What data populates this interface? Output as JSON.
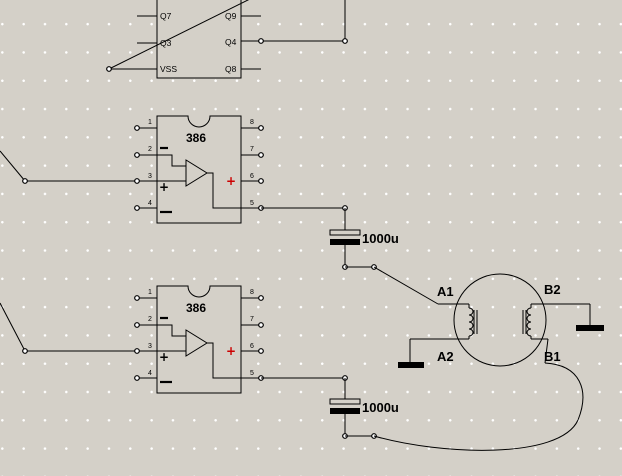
{
  "colors": {
    "background": "#d4d0c8",
    "grid_dot": "#ffffff",
    "wire": "#000000",
    "plus_red": "#cc0000"
  },
  "top_chip": {
    "pin_labels": {
      "q7": "Q7",
      "q9": "Q9",
      "q3": "Q3",
      "q4": "Q4",
      "vss": "VSS",
      "q8": "Q8"
    }
  },
  "amp1": {
    "title": "386",
    "pins": {
      "p1": "1",
      "p2": "2",
      "p3": "3",
      "p4": "4",
      "p5": "5",
      "p6": "6",
      "p7": "7",
      "p8": "8"
    },
    "minus": "−",
    "plus": "+",
    "red_plus": "+"
  },
  "amp2": {
    "title": "386",
    "pins": {
      "p1": "1",
      "p2": "2",
      "p3": "3",
      "p4": "4",
      "p5": "5",
      "p6": "6",
      "p7": "7",
      "p8": "8"
    },
    "minus": "−",
    "plus": "+",
    "red_plus": "+"
  },
  "cap1": {
    "value": "1000u"
  },
  "cap2": {
    "value": "1000u"
  },
  "motor": {
    "a1": "A1",
    "a2": "A2",
    "b1": "B1",
    "b2": "B2"
  },
  "icons": {
    "ground": "ground-icon",
    "coil": "inductor-icon",
    "op_amp": "op-amp-triangle-icon"
  }
}
